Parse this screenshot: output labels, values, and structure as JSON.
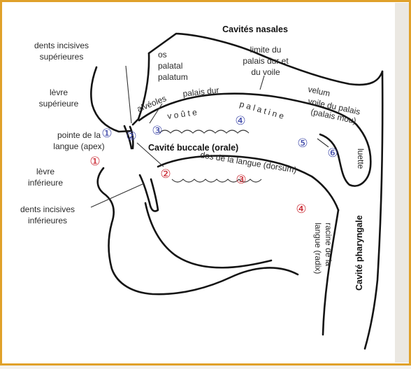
{
  "colors": {
    "frame": "#e0a12a",
    "paper": "#ffffff",
    "blue": "#3c46a8",
    "red": "#c8202a",
    "ink": "#141414"
  },
  "title": "Cavités nasales",
  "labels": {
    "dents_sup_1": "dents incisives",
    "dents_sup_2": "supérieures",
    "os_1": "os",
    "os_2": "palatal",
    "os_3": "palatum",
    "limite_1": "limite du",
    "limite_2": "palais dur et",
    "limite_3": "du voile",
    "levre_sup_1": "lèvre",
    "levre_sup_2": "supérieure",
    "alveoles": "alvéoles",
    "palais_dur": "palais dur",
    "velum": "velum",
    "voile_1": "voile du palais",
    "voile_2": "(palais mou)",
    "voute": "v o û t e",
    "palatine": "p a l a t i n e",
    "luette": "luette",
    "pointe_1": "pointe de la",
    "pointe_2": "langue (apex)",
    "cavite_buccale": "Cavité buccale (orale)",
    "dos": "dos de la langue (dorsum)",
    "levre_inf_1": "lèvre",
    "levre_inf_2": "inférieure",
    "dents_inf_1": "dents incisives",
    "dents_inf_2": "inférieures",
    "racine_1": "racine de la",
    "racine_2": "langue (radix)",
    "cavite_pharyngale": "Cavité pharyngale"
  },
  "markers": {
    "blue": [
      "①",
      "②",
      "③",
      "④",
      "⑤",
      "⑥"
    ],
    "red": [
      "①",
      "②",
      "③",
      "④"
    ]
  }
}
